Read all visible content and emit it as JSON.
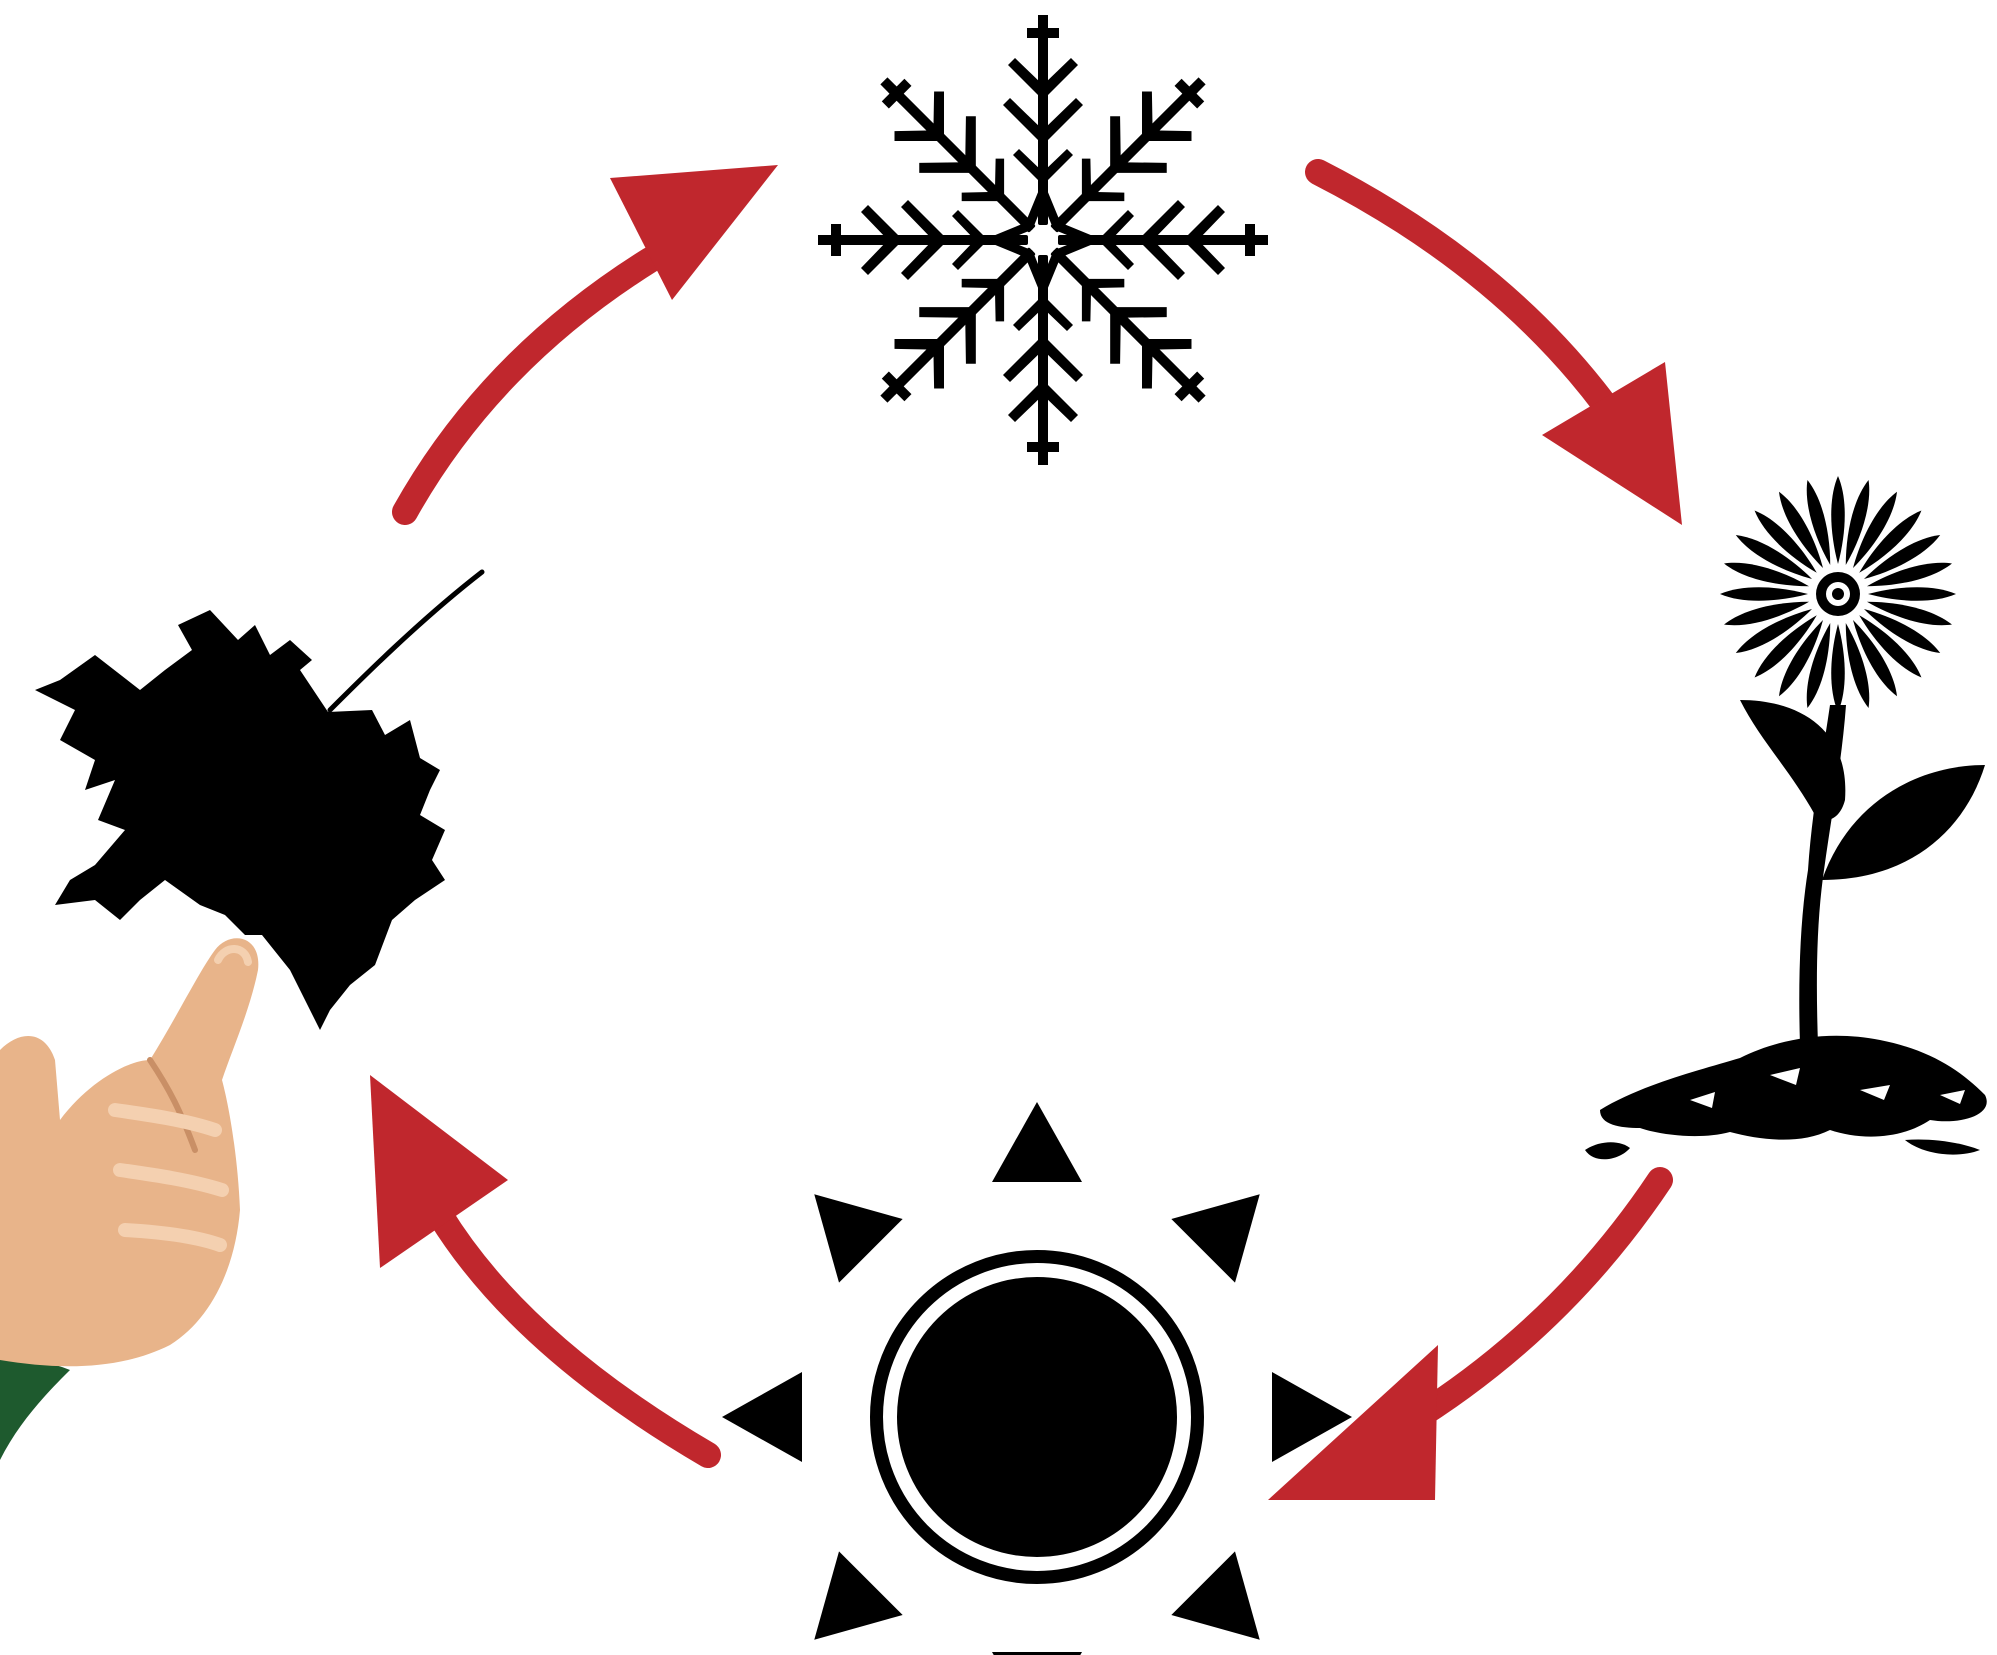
{
  "diagram": {
    "type": "cycle",
    "stages": [
      {
        "id": "winter",
        "icon": "snowflake-icon"
      },
      {
        "id": "spring",
        "icon": "flower-sprout-icon"
      },
      {
        "id": "summer",
        "icon": "sun-icon"
      },
      {
        "id": "autumn",
        "icon": "maple-leaf-icon"
      }
    ],
    "arrow_direction": "clockwise",
    "highlighted_stage": "autumn",
    "pointer_icon": "pointing-hand-icon"
  },
  "colors": {
    "arrow": "#c0272d",
    "icon": "#000000",
    "background": "#ffffff",
    "skin": "#e8b48a",
    "sleeve": "#1e5a2e"
  }
}
